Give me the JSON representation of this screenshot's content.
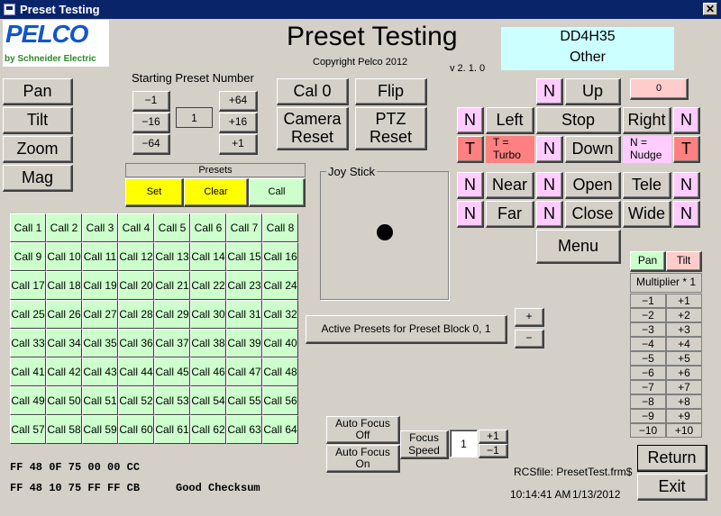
{
  "window": {
    "title": "Preset Testing",
    "close_glyph": "✕"
  },
  "logo": {
    "brand": "PELCO",
    "tagline_prefix": "by ",
    "tagline_brand": "Schneider",
    "tagline_suffix": " Electric",
    "brand_color": "#1155cc"
  },
  "header": {
    "title": "Preset Testing",
    "copyright": "Copyright Pelco 2012",
    "version": "v 2. 1. 0"
  },
  "camera_info": {
    "id": "DD4H35",
    "type": "Other"
  },
  "counter_display": "0",
  "left_buttons": {
    "pan": "Pan",
    "tilt": "Tilt",
    "zoom": "Zoom",
    "mag": "Mag"
  },
  "preset_number": {
    "label": "Starting Preset Number",
    "value": "1",
    "minus1": "−1",
    "minus16": "−16",
    "minus64": "−64",
    "plus64": "+64",
    "plus16": "+16",
    "plus1": "+1"
  },
  "presets": {
    "label": "Presets",
    "set": "Set",
    "clear": "Clear",
    "call": "Call"
  },
  "calls": [
    "Call 1",
    "Call 2",
    "Call 3",
    "Call 4",
    "Call 5",
    "Call 6",
    "Call 7",
    "Call 8",
    "Call 9",
    "Call 10",
    "Call 11",
    "Call 12",
    "Call 13",
    "Call 14",
    "Call 15",
    "Call 16",
    "Call 17",
    "Call 18",
    "Call 19",
    "Call 20",
    "Call 21",
    "Call 22",
    "Call 23",
    "Call 24",
    "Call 25",
    "Call 26",
    "Call 27",
    "Call 28",
    "Call 29",
    "Call 30",
    "Call 31",
    "Call 32",
    "Call 33",
    "Call 34",
    "Call 35",
    "Call 36",
    "Call 37",
    "Call 38",
    "Call 39",
    "Call 40",
    "Call 41",
    "Call 42",
    "Call 43",
    "Call 44",
    "Call 45",
    "Call 46",
    "Call 47",
    "Call 48",
    "Call 49",
    "Call 50",
    "Call 51",
    "Call 52",
    "Call 53",
    "Call 54",
    "Call 55",
    "Call 56",
    "Call 57",
    "Call 58",
    "Call 59",
    "Call 60",
    "Call 61",
    "Call 62",
    "Call 63",
    "Call 64"
  ],
  "center_buttons": {
    "call0": "Cal 0",
    "flip": "Flip",
    "camera_reset": "Camera Reset",
    "ptz_reset": "PTZ Reset"
  },
  "joystick": {
    "label": "Joy Stick"
  },
  "active_presets": {
    "label": "Active Presets for Preset Block 0, 1",
    "plus": "+",
    "minus": "−"
  },
  "ptz": {
    "n": "N",
    "t": "T",
    "up": "Up",
    "left": "Left",
    "stop": "Stop",
    "right": "Right",
    "down": "Down",
    "turbo": "T = Turbo",
    "nudge": "N = Nudge",
    "near": "Near",
    "far": "Far",
    "open": "Open",
    "close": "Close",
    "tele": "Tele",
    "wide": "Wide",
    "menu": "Menu"
  },
  "multiplier": {
    "pan": "Pan",
    "tilt": "Tilt",
    "label": "Multiplier * 1",
    "minus": [
      "−1",
      "−2",
      "−3",
      "−4",
      "−5",
      "−6",
      "−7",
      "−8",
      "−9",
      "−10"
    ],
    "plus": [
      "+1",
      "+2",
      "+3",
      "+4",
      "+5",
      "+6",
      "+7",
      "+8",
      "+9",
      "+10"
    ]
  },
  "focus": {
    "auto_off": "Auto Focus Off",
    "auto_on": "Auto Focus On",
    "speed_label": "Focus Speed",
    "speed_value": "1",
    "plus1": "+1",
    "minus1": "−1"
  },
  "hex": {
    "line1": "FF 48 0F 75 00 00 CC",
    "line2": "FF 48 10 75 FF FF CB",
    "checksum": "Good Checksum"
  },
  "status": {
    "rcs_file": "RCSfile: PresetTest.frm$",
    "time": "10:14:41 AM",
    "date": "1/13/2012"
  },
  "bottom_buttons": {
    "return": "Return",
    "exit": "Exit"
  }
}
